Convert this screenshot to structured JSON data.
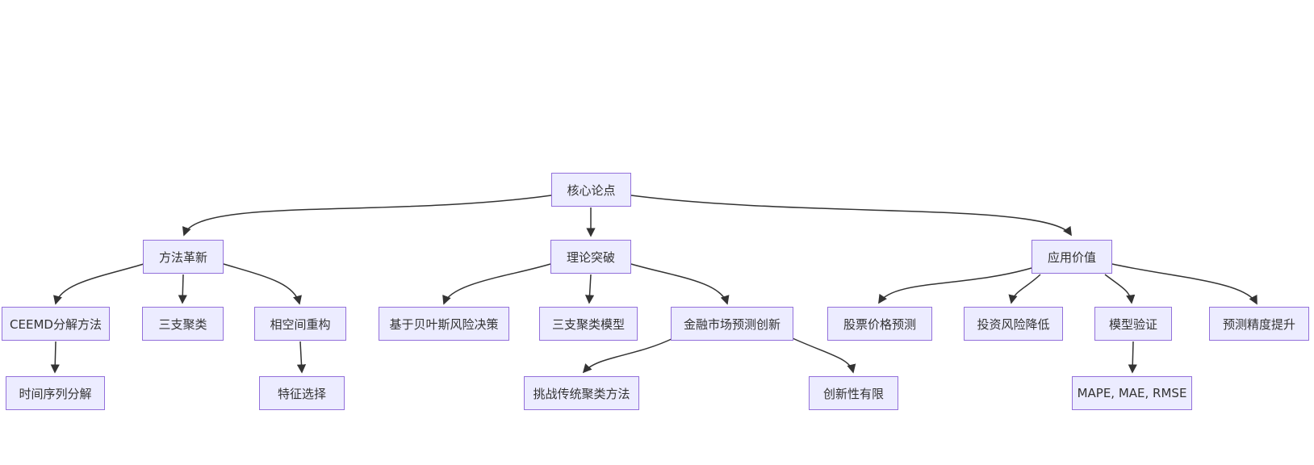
{
  "diagram": {
    "type": "flowchart",
    "direction": "top-down",
    "colors": {
      "background": "#FFFFFF",
      "node_fill": "#ECECFF",
      "node_border": "#9370DB",
      "edge": "#333333",
      "text": "#333333"
    },
    "nodes": [
      {
        "id": "core-thesis",
        "label": "核心论点"
      },
      {
        "id": "method-innovation",
        "label": "方法革新"
      },
      {
        "id": "theory-breakthrough",
        "label": "理论突破"
      },
      {
        "id": "application-value",
        "label": "应用价值"
      },
      {
        "id": "ceemd-decomposition",
        "label": "CEEMD分解方法"
      },
      {
        "id": "three-way-clustering",
        "label": "三支聚类"
      },
      {
        "id": "phase-space-reconstruction",
        "label": "相空间重构"
      },
      {
        "id": "bayesian-risk-decision",
        "label": "基于贝叶斯风险决策"
      },
      {
        "id": "three-way-clustering-model",
        "label": "三支聚类模型"
      },
      {
        "id": "financial-market-forecast-innovation",
        "label": "金融市场预测创新"
      },
      {
        "id": "stock-price-prediction",
        "label": "股票价格预测"
      },
      {
        "id": "investment-risk-reduction",
        "label": "投资风险降低"
      },
      {
        "id": "model-validation",
        "label": "模型验证"
      },
      {
        "id": "forecast-accuracy-improvement",
        "label": "预测精度提升"
      },
      {
        "id": "time-series-decomposition",
        "label": "时间序列分解"
      },
      {
        "id": "feature-selection",
        "label": "特征选择"
      },
      {
        "id": "challenge-traditional-clustering",
        "label": "挑战传统聚类方法"
      },
      {
        "id": "limited-novelty",
        "label": "创新性有限"
      },
      {
        "id": "evaluation-metrics",
        "label": "MAPE, MAE, RMSE"
      }
    ],
    "edges": [
      {
        "from": "core-thesis",
        "to": "method-innovation"
      },
      {
        "from": "core-thesis",
        "to": "theory-breakthrough"
      },
      {
        "from": "core-thesis",
        "to": "application-value"
      },
      {
        "from": "method-innovation",
        "to": "ceemd-decomposition"
      },
      {
        "from": "method-innovation",
        "to": "three-way-clustering"
      },
      {
        "from": "method-innovation",
        "to": "phase-space-reconstruction"
      },
      {
        "from": "theory-breakthrough",
        "to": "bayesian-risk-decision"
      },
      {
        "from": "theory-breakthrough",
        "to": "three-way-clustering-model"
      },
      {
        "from": "theory-breakthrough",
        "to": "financial-market-forecast-innovation"
      },
      {
        "from": "application-value",
        "to": "stock-price-prediction"
      },
      {
        "from": "application-value",
        "to": "investment-risk-reduction"
      },
      {
        "from": "application-value",
        "to": "model-validation"
      },
      {
        "from": "application-value",
        "to": "forecast-accuracy-improvement"
      },
      {
        "from": "ceemd-decomposition",
        "to": "time-series-decomposition"
      },
      {
        "from": "phase-space-reconstruction",
        "to": "feature-selection"
      },
      {
        "from": "financial-market-forecast-innovation",
        "to": "challenge-traditional-clustering"
      },
      {
        "from": "financial-market-forecast-innovation",
        "to": "limited-novelty"
      },
      {
        "from": "model-validation",
        "to": "evaluation-metrics"
      }
    ]
  }
}
